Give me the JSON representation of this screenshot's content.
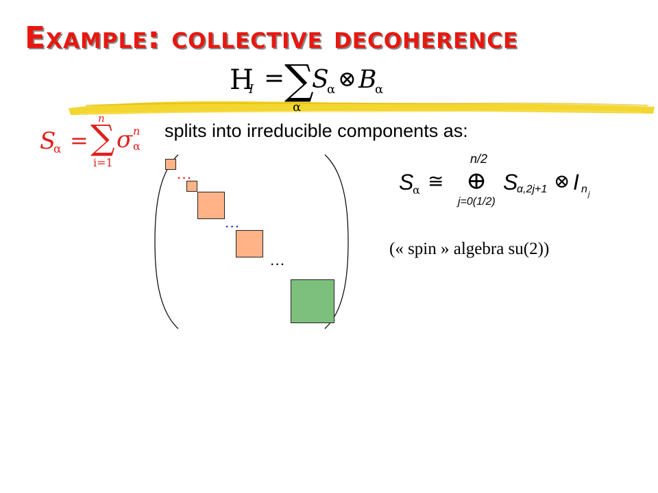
{
  "slide": {
    "title": "Example: collective decoherence",
    "hamiltonian": {
      "lhs": "H",
      "lhs_sub": "I",
      "equals": "=",
      "sum": "∑",
      "sum_sub": "α",
      "term": "S",
      "term_sub": "α",
      "tensor": "⊗",
      "bath": "B",
      "bath_sub": "α"
    },
    "s_alpha_def": {
      "lhs": "S",
      "lhs_sub": "α",
      "equals": "=",
      "sum": "∑",
      "upper": "n",
      "lower": "i=1",
      "sigma": "σ",
      "sigma_sup": "n",
      "sigma_sub": "α"
    },
    "splits_text": "splits into irreducible components as:",
    "matrix": {
      "dots_1": "...",
      "dots_2": "...",
      "dots_3": "..."
    },
    "decomposition": {
      "lhs": "S",
      "lhs_sub": "α",
      "cong": "≅",
      "oplus": "⊕",
      "upper": "n/2",
      "lower": "j=0(1/2)",
      "term": "S",
      "term_sub": "α,2j+1",
      "tensor": "⊗",
      "identity": "I",
      "identity_sub": "n",
      "identity_subsub": "j"
    },
    "spin_note": "(« spin » algebra su(2))",
    "colors": {
      "title": "#e8170f",
      "highlighter": "#f2d21a",
      "small_block": "#ffb386",
      "large_block": "#7dbf7d",
      "dots_red": "#e0201a",
      "dots_blue": "#1a2fd6"
    }
  }
}
